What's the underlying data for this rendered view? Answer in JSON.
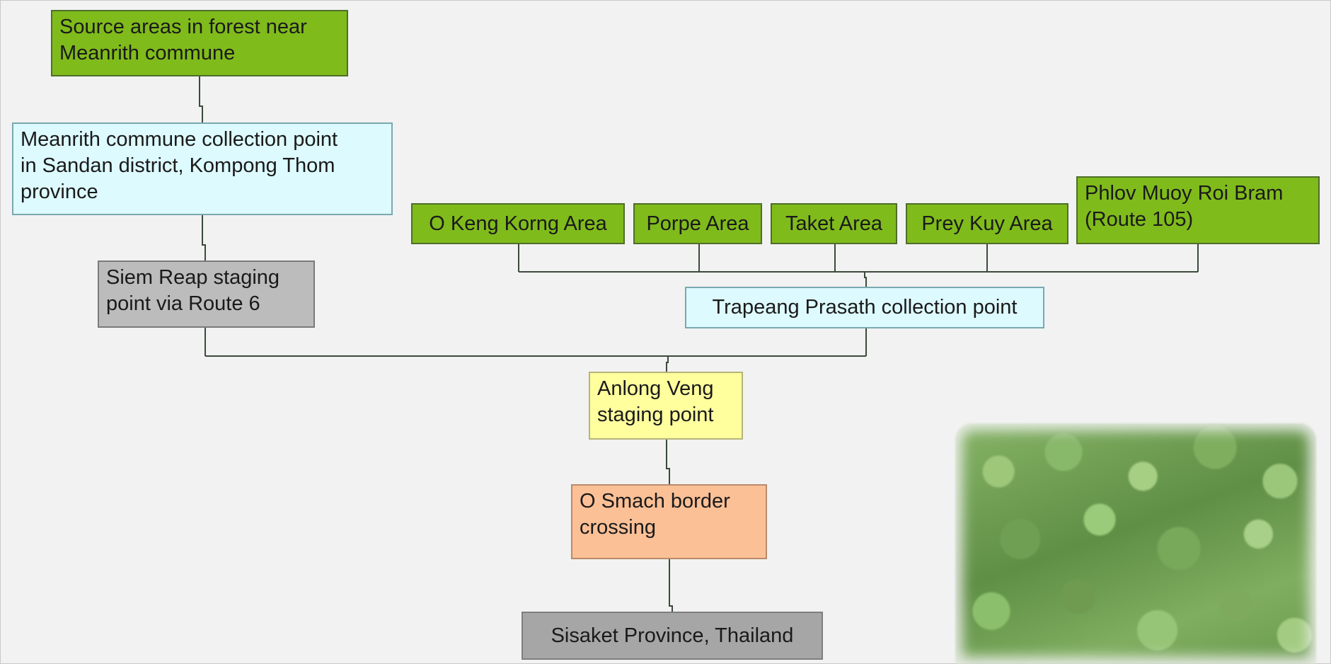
{
  "diagram": {
    "nodes": {
      "source_areas": "Source areas in forest near\nMeanrith commune",
      "meanrith_collection": "Meanrith commune collection point\nin Sandan district, Kompong Thom\nprovince",
      "siem_reap": "Siem Reap staging\npoint via Route 6",
      "o_keng_korng": "O Keng Korng Area",
      "porpe": "Porpe Area",
      "taket": "Taket Area",
      "prey_kuy": "Prey Kuy Area",
      "phlov_muoy": "Phlov Muoy Roi Bram\n(Route 105)",
      "trapeang_prasath": "Trapeang Prasath collection point",
      "anlong_veng": "Anlong Veng\nstaging point",
      "o_smach": "O Smach border\ncrossing",
      "sisaket": "Sisaket Province, Thailand"
    },
    "edges": [
      [
        "source_areas",
        "meanrith_collection"
      ],
      [
        "meanrith_collection",
        "siem_reap"
      ],
      [
        "o_keng_korng",
        "trapeang_prasath"
      ],
      [
        "porpe",
        "trapeang_prasath"
      ],
      [
        "taket",
        "trapeang_prasath"
      ],
      [
        "prey_kuy",
        "trapeang_prasath"
      ],
      [
        "phlov_muoy",
        "trapeang_prasath"
      ],
      [
        "siem_reap",
        "anlong_veng"
      ],
      [
        "trapeang_prasath",
        "anlong_veng"
      ],
      [
        "anlong_veng",
        "o_smach"
      ],
      [
        "o_smach",
        "sisaket"
      ]
    ],
    "colors": {
      "source": "#80bb1c",
      "collection": "#ddfaff",
      "staging_gray": "#bcbcbc",
      "staging_yellow": "#ffff9e",
      "border_crossing": "#fbc096",
      "destination": "#a6a6a6",
      "connector": "#3b4a3b"
    },
    "photo": "forest-foliage-photo"
  }
}
